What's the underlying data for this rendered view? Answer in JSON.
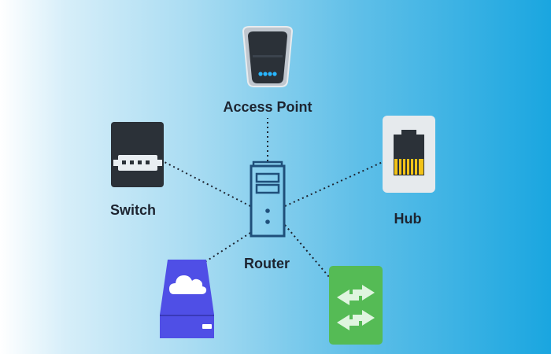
{
  "nodes": {
    "access_point": {
      "label": "Access Point"
    },
    "switch": {
      "label": "Switch"
    },
    "hub": {
      "label": "Hub"
    },
    "router": {
      "label": "Router"
    }
  },
  "colors": {
    "background_start": "#ffffff",
    "background_end": "#1aa6e0",
    "router_stroke": "#1f4f7a",
    "switch_body": "#2b3138",
    "access_point_led": "#29b6ff",
    "hub_connector": "#f2c318",
    "cloud_storage_body": "#4f4fe6",
    "green_switch_body": "#55bb55",
    "connection_line": "#1d2430"
  },
  "icons": [
    "access-point-icon",
    "switch-icon",
    "hub-icon",
    "router-icon",
    "cloud-storage-icon",
    "network-switch-arrows-icon"
  ]
}
